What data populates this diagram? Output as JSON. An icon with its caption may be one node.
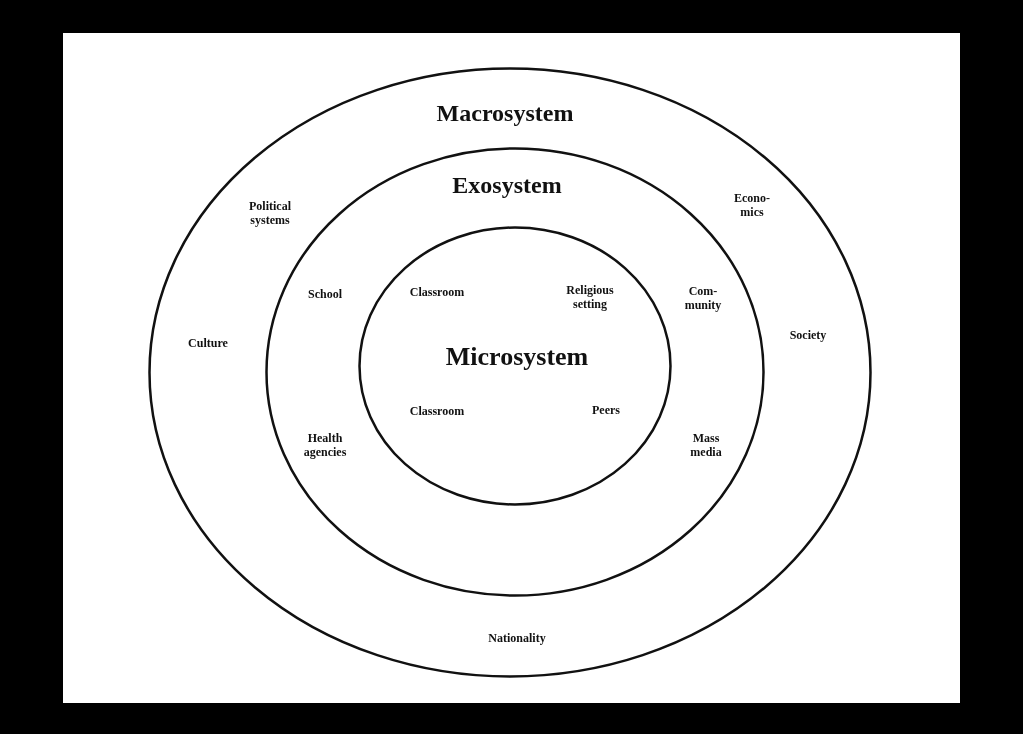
{
  "diagram": {
    "nodes": [
      {
        "text": [
          "Macrosystem",
          "Political systems",
          "Econo- mics",
          "Culture",
          "Society",
          "Nationality"
        ]
      },
      {
        "text": [
          "Exosystem",
          "School",
          "Com- munity",
          "Health agencies",
          "Mass media"
        ],
        "in": 0
      },
      {
        "text": [
          "Microsystem",
          "Classroom",
          "Religious setting",
          "Classroom",
          "Peers"
        ],
        "in": 1
      }
    ]
  }
}
